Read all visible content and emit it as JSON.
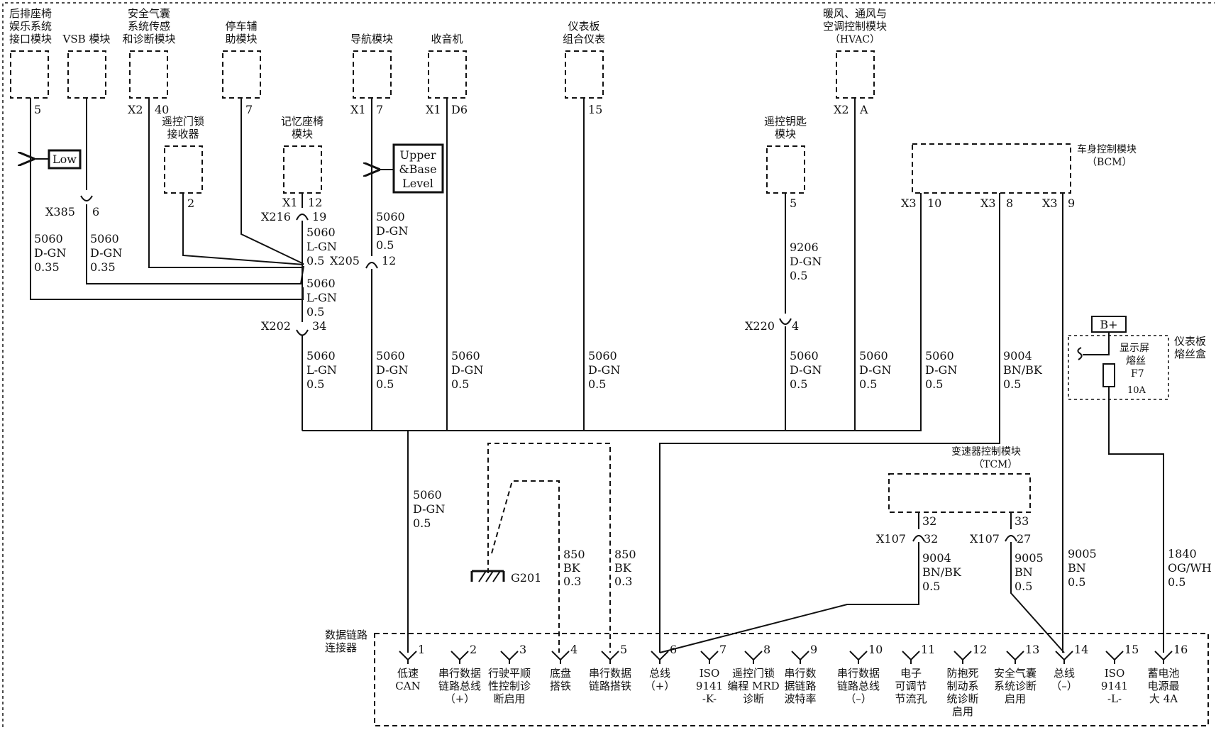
{
  "modules": {
    "rear_seat_ent": [
      "后排座椅",
      "娱乐系统",
      "接口模块"
    ],
    "vsb": [
      "VSB 模块"
    ],
    "airbag": [
      "安全气囊",
      "系统传感",
      "和诊断模块"
    ],
    "park_assist": [
      "停车辅",
      "助模块"
    ],
    "rke_receiver": [
      "遥控门锁",
      "接收器"
    ],
    "memory_seat": [
      "记忆座椅",
      "模块"
    ],
    "navigation": [
      "导航模块"
    ],
    "radio": [
      "收音机"
    ],
    "cluster": [
      "仪表板",
      "组合仪表"
    ],
    "rke_key": [
      "遥控钥匙",
      "模块"
    ],
    "hvac": [
      "暖风、通风与",
      "空调控制模块",
      "（HVAC）"
    ],
    "bcm": [
      "车身控制模块",
      "（BCM）"
    ],
    "tcm": [
      "变速器控制模块",
      "（TCM）"
    ],
    "fuse_block": [
      "仪表板",
      "熔丝盒"
    ],
    "dlc": [
      "数据链路",
      "连接器"
    ]
  },
  "pins": {
    "rear_seat_ent": "5",
    "vsb_conn": "X385",
    "vsb_pin": "6",
    "airbag_conn": "X2",
    "airbag_pin": "40",
    "park_assist": "7",
    "rke_receiver": "2",
    "memory_seat_conn": "X1",
    "memory_seat_pin": "12",
    "x216": "X216",
    "x216_pin": "19",
    "nav_conn": "X1",
    "nav_pin": "7",
    "x205": "X205",
    "x205_pin": "12",
    "radio_conn": "X1",
    "radio_pin": "D6",
    "cluster_pin": "15",
    "rke_key_pin": "5",
    "x220": "X220",
    "x220_pin": "4",
    "hvac_conn": "X2",
    "hvac_pin": "A",
    "bcm_conn1": "X3",
    "bcm_pin1": "10",
    "bcm_conn2": "X3",
    "bcm_pin2": "8",
    "bcm_conn3": "X3",
    "bcm_pin3": "9",
    "x202": "X202",
    "x202_pin": "34",
    "tcm_pin1": "32",
    "tcm_pin2": "33",
    "x107a": "X107",
    "x107a_pin": "32",
    "x107b": "X107",
    "x107b_pin": "27",
    "ground": "G201"
  },
  "callouts": {
    "low": "Low",
    "upper_base": [
      "Upper",
      "&Base",
      "Level"
    ],
    "battery": "B+"
  },
  "fuse": {
    "label": [
      "显示屏",
      "熔丝"
    ],
    "name": "F7",
    "rating": "10A"
  },
  "wires": {
    "rear_seat": [
      "5060",
      "D-GN",
      "0.35"
    ],
    "vsb": [
      "5060",
      "D-GN",
      "0.35"
    ],
    "mem_top": [
      "5060",
      "L-GN",
      "0.5"
    ],
    "splice_mid": [
      "5060",
      "L-GN",
      "0.5"
    ],
    "nav_top": [
      "5060",
      "D-GN",
      "0.5"
    ],
    "rke_key": [
      "9206",
      "D-GN",
      "0.5"
    ],
    "x202_bot": [
      "5060",
      "L-GN",
      "0.5"
    ],
    "nav_bot": [
      "5060",
      "D-GN",
      "0.5"
    ],
    "radio_bot": [
      "5060",
      "D-GN",
      "0.5"
    ],
    "cluster_bot": [
      "5060",
      "D-GN",
      "0.5"
    ],
    "rke_bot": [
      "5060",
      "D-GN",
      "0.5"
    ],
    "hvac_bot": [
      "5060",
      "D-GN",
      "0.5"
    ],
    "bcm10_bot": [
      "5060",
      "D-GN",
      "0.5"
    ],
    "bcm8_bot": [
      "9004",
      "BN/BK",
      "0.5"
    ],
    "dlc_can": [
      "5060",
      "D-GN",
      "0.5"
    ],
    "gnd_a": [
      "850",
      "BK",
      "0.3"
    ],
    "gnd_b": [
      "850",
      "BK",
      "0.3"
    ],
    "tcm32": [
      "9004",
      "BN/BK",
      "0.5"
    ],
    "tcm33": [
      "9005",
      "BN",
      "0.5"
    ],
    "bcm9": [
      "9005",
      "BN",
      "0.5"
    ],
    "batt": [
      "1840",
      "OG/WH",
      "0.5"
    ]
  },
  "dlc_pins": [
    {
      "num": "1",
      "label": [
        "低速",
        "CAN"
      ]
    },
    {
      "num": "2",
      "label": [
        "串行数据",
        "链路总线",
        "（+）"
      ]
    },
    {
      "num": "3",
      "label": [
        "行驶平顺",
        "性控制诊",
        "断启用"
      ]
    },
    {
      "num": "4",
      "label": [
        "底盘",
        "搭铁"
      ]
    },
    {
      "num": "5",
      "label": [
        "串行数据",
        "链路搭铁"
      ]
    },
    {
      "num": "6",
      "label": [
        "总线",
        "（+）"
      ]
    },
    {
      "num": "7",
      "label": [
        "ISO",
        "9141",
        "-K-"
      ]
    },
    {
      "num": "8",
      "label": [
        "遥控门锁",
        "编程 MRD",
        "诊断"
      ]
    },
    {
      "num": "9",
      "label": [
        "串行数",
        "据链路",
        "波特率"
      ]
    },
    {
      "num": "10",
      "label": [
        "串行数据",
        "链路总线",
        "（–）"
      ]
    },
    {
      "num": "11",
      "label": [
        "电子",
        "可调节",
        "节流孔"
      ]
    },
    {
      "num": "12",
      "label": [
        "防抱死",
        "制动系",
        "统诊断",
        "启用"
      ]
    },
    {
      "num": "13",
      "label": [
        "安全气囊",
        "系统诊断",
        "启用"
      ]
    },
    {
      "num": "14",
      "label": [
        "总线",
        "（–）"
      ]
    },
    {
      "num": "15",
      "label": [
        "ISO",
        "9141",
        "-L-"
      ]
    },
    {
      "num": "16",
      "label": [
        "蓄电池",
        "电源最",
        "大 4A"
      ]
    }
  ]
}
